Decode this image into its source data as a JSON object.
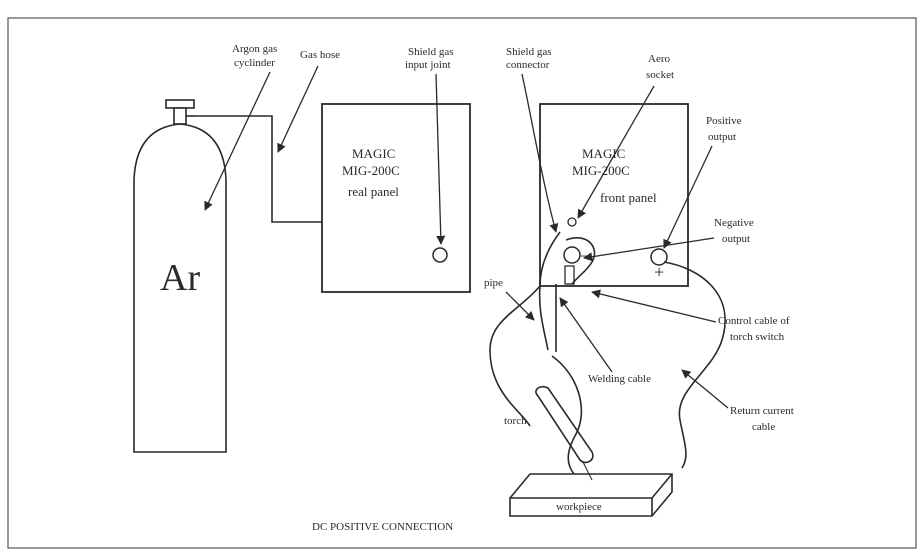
{
  "diagram": {
    "cylinder": {
      "text": "Ar"
    },
    "machine_rear": {
      "line1": "MAGIC",
      "line2": "MIG-200C",
      "line3": "real panel"
    },
    "machine_front": {
      "line1": "MAGIC",
      "line2": "MIG-200C",
      "line3": "front panel"
    },
    "signs": {
      "positive": "+",
      "negative": "−"
    },
    "workpiece": "workpiece",
    "caption": "DC POSITIVE CONNECTION",
    "labels": {
      "argon_gas_cylinder": [
        "Argon gas",
        "cyclinder"
      ],
      "gas_hose": [
        "Gas hose"
      ],
      "shield_gas_input_joint": [
        "Shield gas",
        "input joint"
      ],
      "shield_gas_connector": [
        "Shield gas",
        "connector"
      ],
      "aero_socket": [
        "Aero",
        "socket"
      ],
      "positive_output": [
        "Positive",
        "output"
      ],
      "negative_output": [
        "Negative",
        "output"
      ],
      "pipe": [
        "pipe"
      ],
      "control_cable": [
        "Control cable of",
        "torch switch"
      ],
      "welding_cable": [
        "Welding cable"
      ],
      "return_current_cable": [
        "Return current",
        "cable"
      ],
      "torch": [
        "torch"
      ]
    }
  }
}
